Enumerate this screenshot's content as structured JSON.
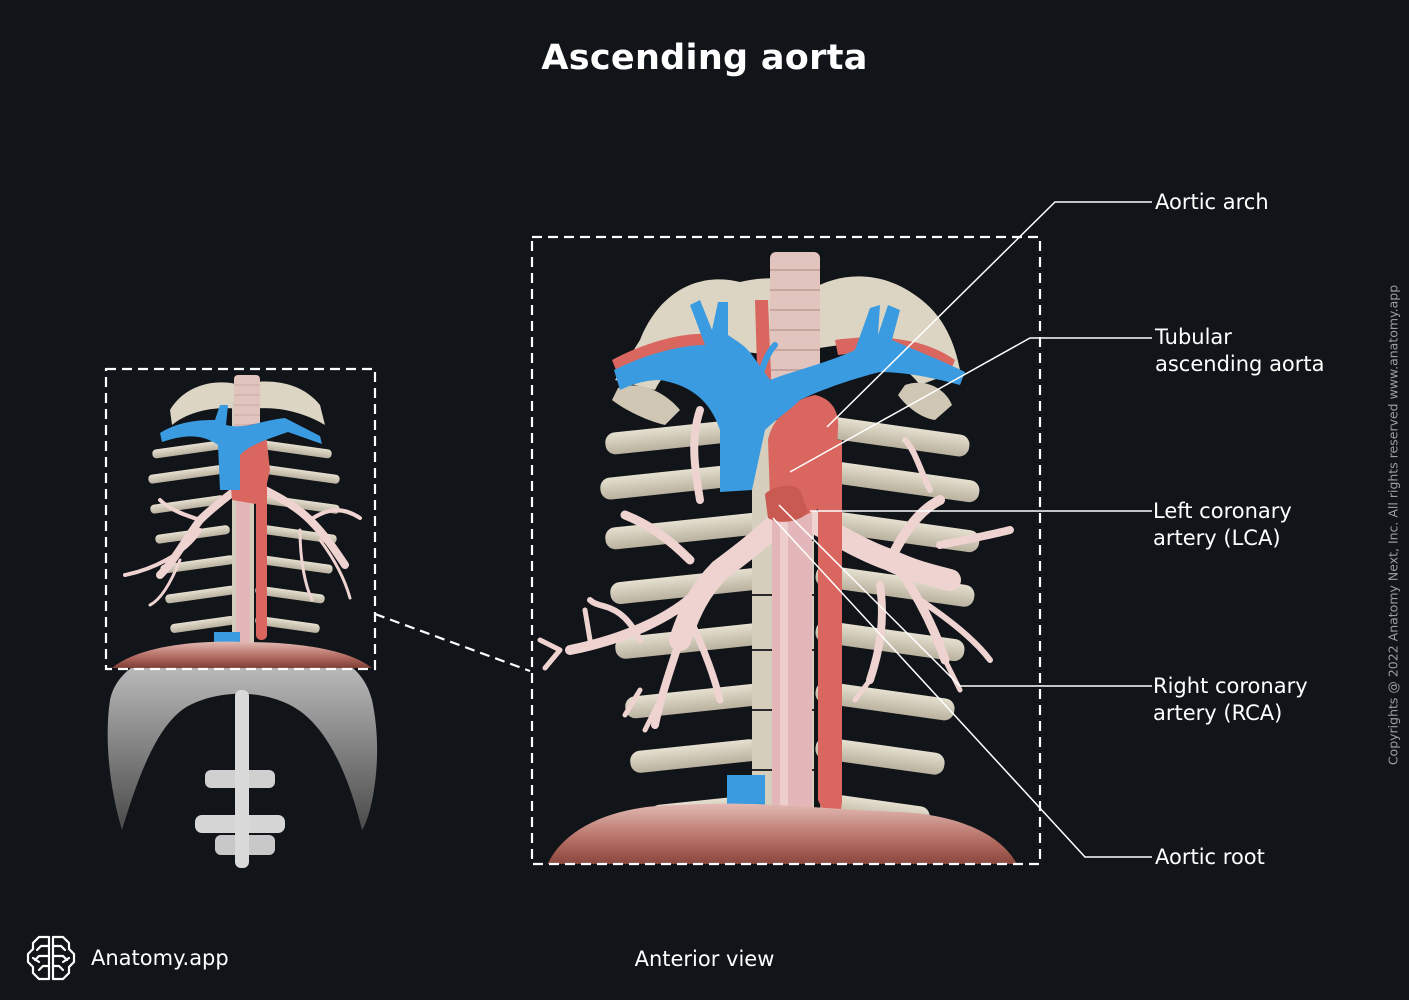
{
  "title": "Ascending aorta",
  "labels": [
    {
      "id": "aortic-arch",
      "text": "Aortic arch"
    },
    {
      "id": "tubular-ascending-aorta",
      "text": "Tubular\nascending aorta"
    },
    {
      "id": "left-coronary-artery",
      "text": "Left coronary\nartery (LCA)"
    },
    {
      "id": "right-coronary-artery",
      "text": "Right coronary\nartery (RCA)"
    },
    {
      "id": "aortic-root",
      "text": "Aortic root"
    }
  ],
  "caption": "Anterior view",
  "brand": {
    "name": "Anatomy.app",
    "icon": "brain-icon"
  },
  "copyright": "Copyrights @ 2022 Anatomy Next, Inc. All rights reserved www.anatomy.app",
  "colors": {
    "background": "#111419",
    "artery": "#d9675f",
    "vein": "#3a9be0",
    "bone": "#d8d2c2",
    "airway": "#eccfcd",
    "diaphragm": "#b97d72",
    "esophagus": "#e3b7b9"
  }
}
